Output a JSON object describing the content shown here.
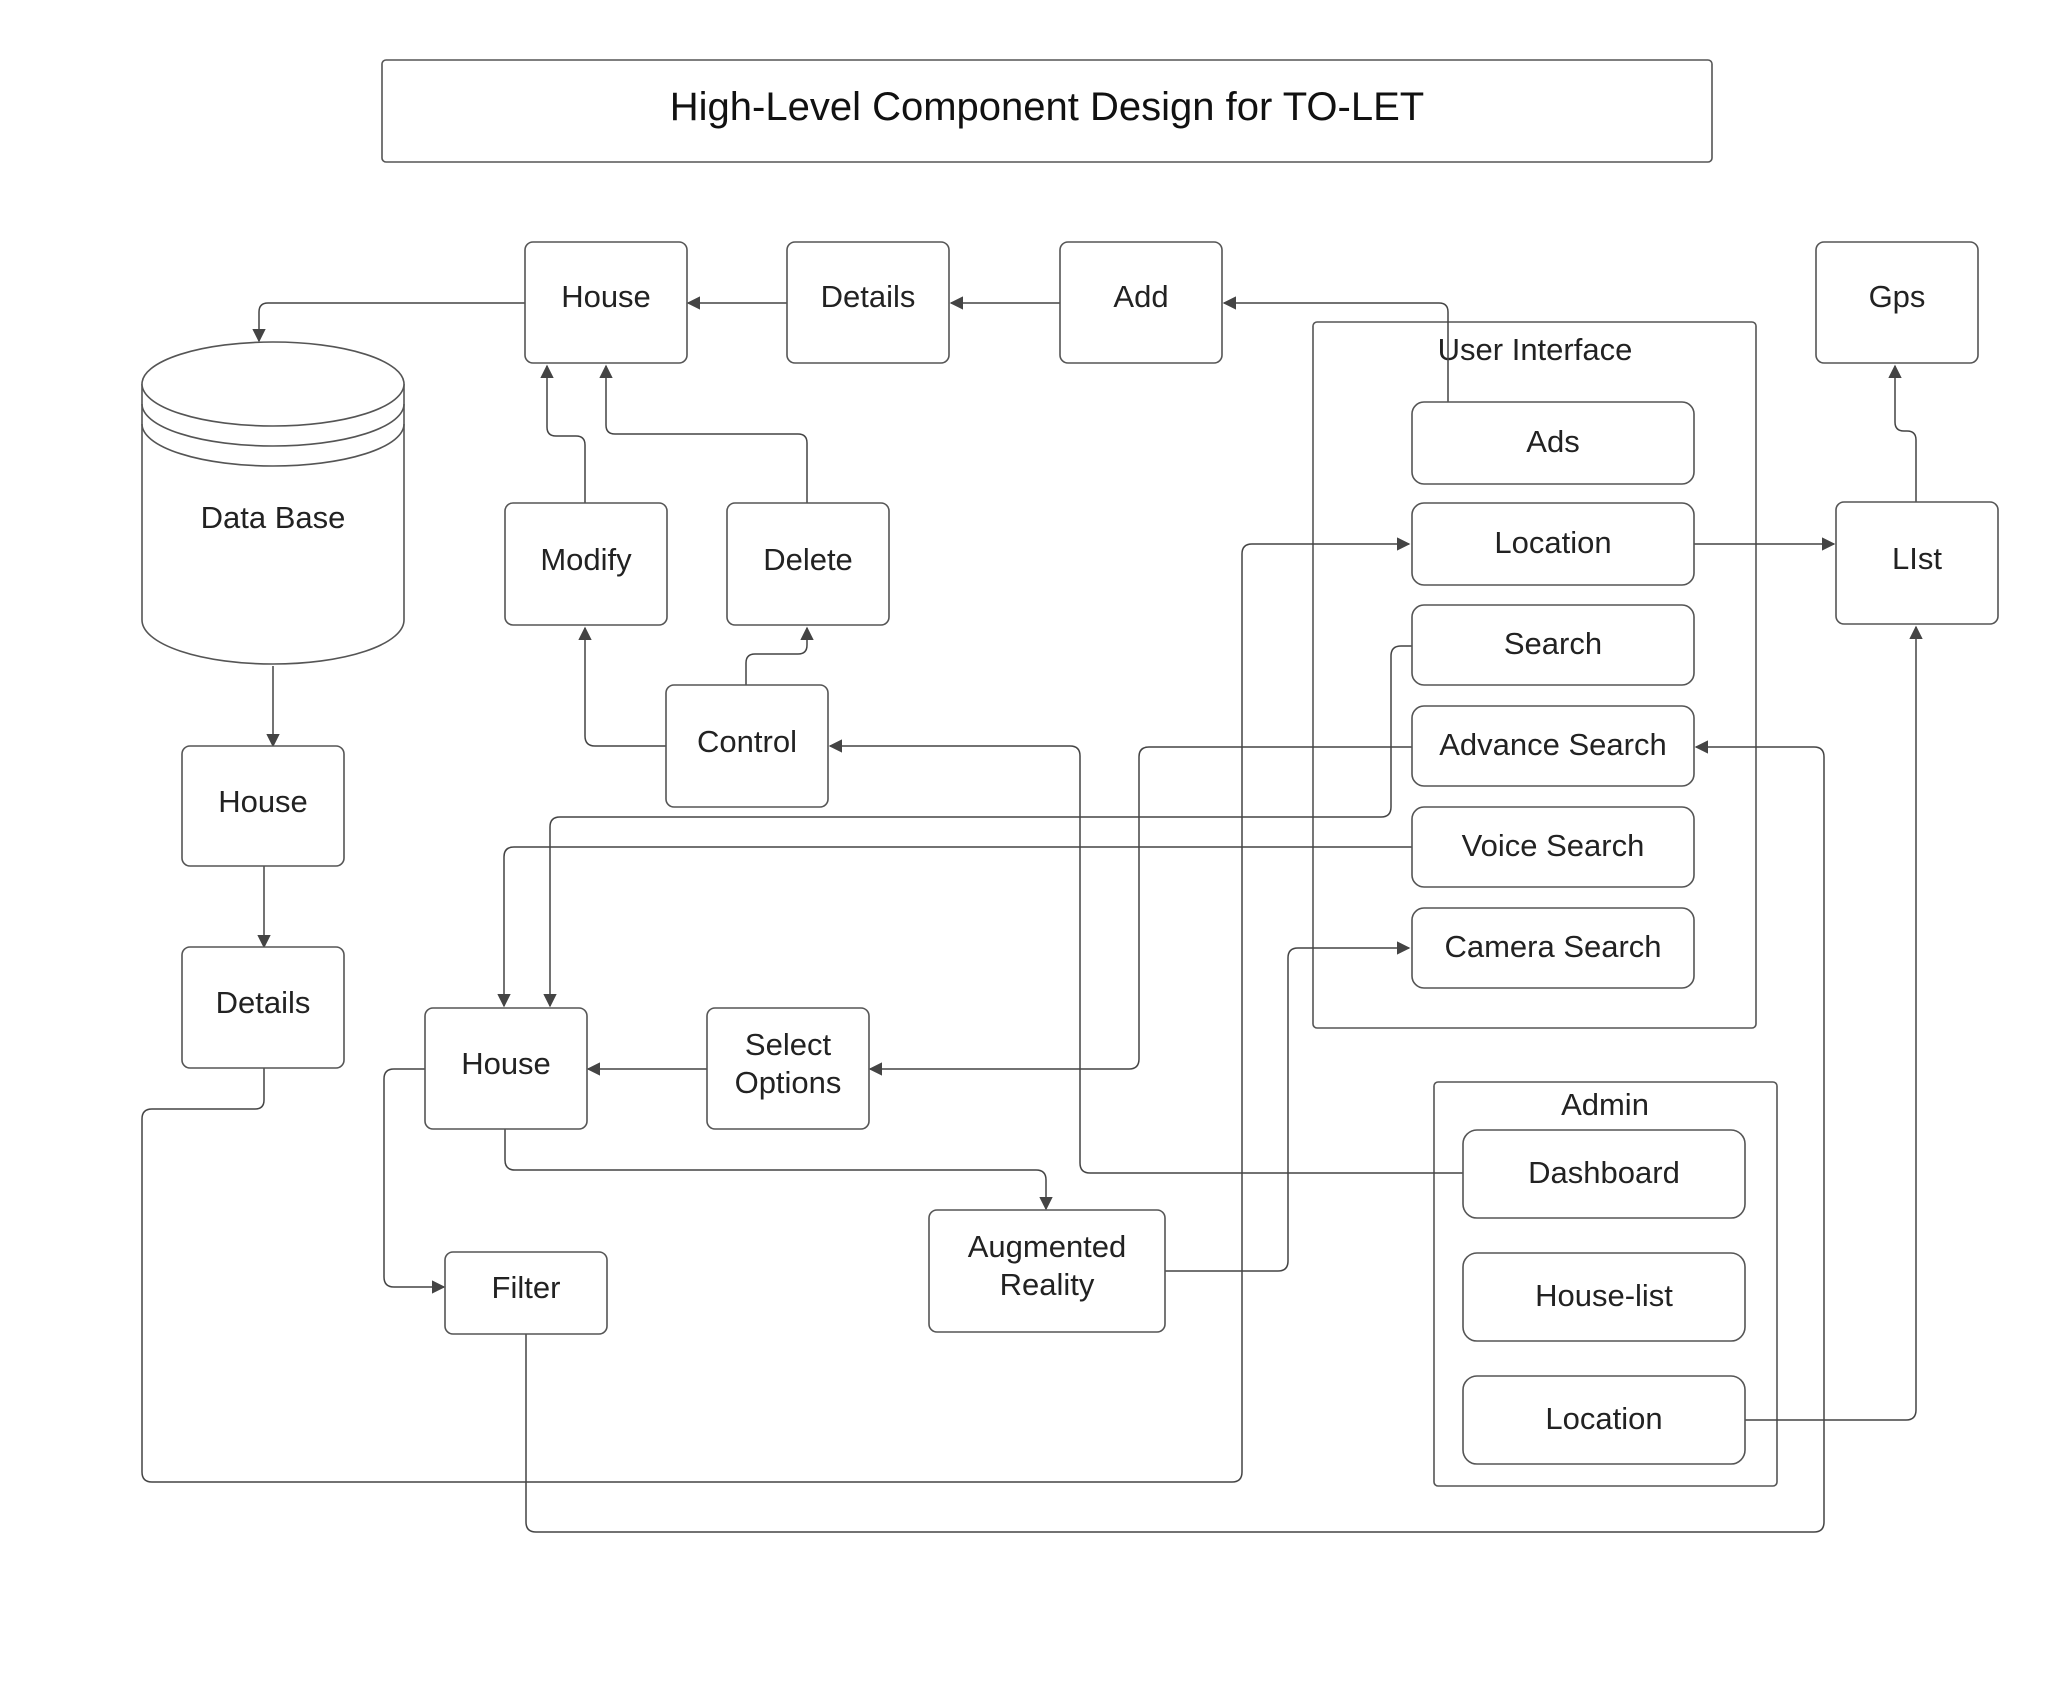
{
  "title": "High-Level Component Design for TO-LET",
  "groups": {
    "user_interface": "User Interface",
    "admin": "Admin"
  },
  "nodes": {
    "house_top": "House",
    "details_top": "Details",
    "add": "Add",
    "gps": "Gps",
    "database": "Data Base",
    "modify": "Modify",
    "delete": "Delete",
    "list": "LIst",
    "control": "Control",
    "house_left": "House",
    "details_left": "Details",
    "house_mid": "House",
    "select_options": [
      "Select",
      "Options"
    ],
    "filter": "Filter",
    "augmented_reality": [
      "Augmented",
      "Reality"
    ],
    "ads": "Ads",
    "location_ui": "Location",
    "search": "Search",
    "advance_search": "Advance Search",
    "voice_search": "Voice Search",
    "camera_search": "Camera Search",
    "dashboard": "Dashboard",
    "house_list": "House-list",
    "location_admin": "Location"
  },
  "connections": [
    {
      "from": "Add",
      "to": "Details"
    },
    {
      "from": "Details",
      "to": "House"
    },
    {
      "from": "House",
      "to": "Data Base"
    },
    {
      "from": "Ads",
      "to": "Add"
    },
    {
      "from": "Modify",
      "to": "House"
    },
    {
      "from": "Delete",
      "to": "House"
    },
    {
      "from": "Control",
      "to": "Modify"
    },
    {
      "from": "Control",
      "to": "Delete"
    },
    {
      "from": "Data Base",
      "to": "House"
    },
    {
      "from": "House",
      "to": "Details"
    },
    {
      "from": "Details",
      "to": "Location"
    },
    {
      "from": "Location",
      "to": "LIst"
    },
    {
      "from": "LIst",
      "to": "Gps"
    },
    {
      "from": "Search",
      "to": "House"
    },
    {
      "from": "Voice Search",
      "to": "House"
    },
    {
      "from": "Advance Search",
      "to": "Select Options"
    },
    {
      "from": "Select Options",
      "to": "House"
    },
    {
      "from": "House",
      "to": "Filter"
    },
    {
      "from": "House",
      "to": "Augmented Reality"
    },
    {
      "from": "Augmented Reality",
      "to": "Camera Search"
    },
    {
      "from": "Dashboard",
      "to": "Control"
    },
    {
      "from": "Location",
      "to": "LIst"
    },
    {
      "from": "Filter",
      "to": "Advance Search"
    }
  ]
}
